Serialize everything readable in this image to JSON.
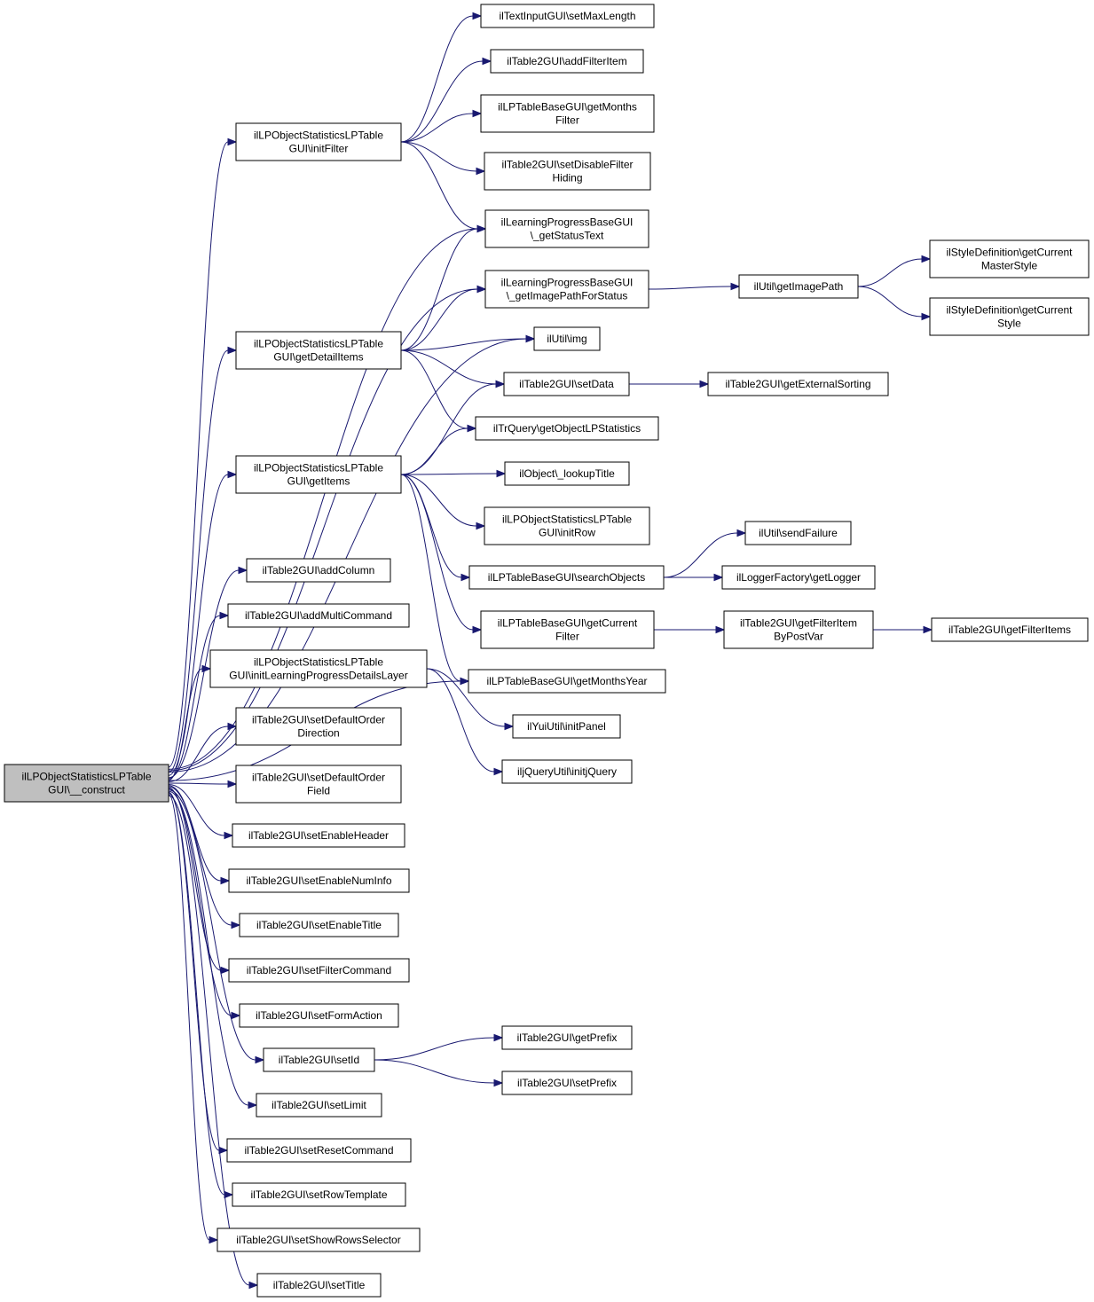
{
  "nodes": [
    {
      "id": "root",
      "lines": [
        "ilLPObjectStatisticsLPTable",
        "GUI\\__construct"
      ]
    },
    {
      "id": "initFilter",
      "lines": [
        "ilLPObjectStatisticsLPTable",
        "GUI\\initFilter"
      ]
    },
    {
      "id": "getDetailItems",
      "lines": [
        "ilLPObjectStatisticsLPTable",
        "GUI\\getDetailItems"
      ]
    },
    {
      "id": "getItems",
      "lines": [
        "ilLPObjectStatisticsLPTable",
        "GUI\\getItems"
      ]
    },
    {
      "id": "addColumn",
      "lines": [
        "ilTable2GUI\\addColumn"
      ]
    },
    {
      "id": "addMultiCommand",
      "lines": [
        "ilTable2GUI\\addMultiCommand"
      ]
    },
    {
      "id": "initLPDL",
      "lines": [
        "ilLPObjectStatisticsLPTable",
        "GUI\\initLearningProgressDetailsLayer"
      ]
    },
    {
      "id": "setDefaultOrderDirection",
      "lines": [
        "ilTable2GUI\\setDefaultOrder",
        "Direction"
      ]
    },
    {
      "id": "setDefaultOrderField",
      "lines": [
        "ilTable2GUI\\setDefaultOrder",
        "Field"
      ]
    },
    {
      "id": "setEnableHeader",
      "lines": [
        "ilTable2GUI\\setEnableHeader"
      ]
    },
    {
      "id": "setEnableNumInfo",
      "lines": [
        "ilTable2GUI\\setEnableNumInfo"
      ]
    },
    {
      "id": "setEnableTitle",
      "lines": [
        "ilTable2GUI\\setEnableTitle"
      ]
    },
    {
      "id": "setFilterCommand",
      "lines": [
        "ilTable2GUI\\setFilterCommand"
      ]
    },
    {
      "id": "setFormAction",
      "lines": [
        "ilTable2GUI\\setFormAction"
      ]
    },
    {
      "id": "setId",
      "lines": [
        "ilTable2GUI\\setId"
      ]
    },
    {
      "id": "setLimit",
      "lines": [
        "ilTable2GUI\\setLimit"
      ]
    },
    {
      "id": "setResetCommand",
      "lines": [
        "ilTable2GUI\\setResetCommand"
      ]
    },
    {
      "id": "setRowTemplate",
      "lines": [
        "ilTable2GUI\\setRowTemplate"
      ]
    },
    {
      "id": "setShowRowsSelector",
      "lines": [
        "ilTable2GUI\\setShowRowsSelector"
      ]
    },
    {
      "id": "setTitle",
      "lines": [
        "ilTable2GUI\\setTitle"
      ]
    },
    {
      "id": "setMaxLength",
      "lines": [
        "ilTextInputGUI\\setMaxLength"
      ]
    },
    {
      "id": "addFilterItem",
      "lines": [
        "ilTable2GUI\\addFilterItem"
      ]
    },
    {
      "id": "getMonthsFilter",
      "lines": [
        "ilLPTableBaseGUI\\getMonths",
        "Filter"
      ]
    },
    {
      "id": "setDisableFilterHiding",
      "lines": [
        "ilTable2GUI\\setDisableFilter",
        "Hiding"
      ]
    },
    {
      "id": "getStatusText",
      "lines": [
        "ilLearningProgressBaseGUI",
        "\\_getStatusText"
      ]
    },
    {
      "id": "getImagePathForStatus",
      "lines": [
        "ilLearningProgressBaseGUI",
        "\\_getImagePathForStatus"
      ]
    },
    {
      "id": "img",
      "lines": [
        "ilUtil\\img"
      ]
    },
    {
      "id": "setData",
      "lines": [
        "ilTable2GUI\\setData"
      ]
    },
    {
      "id": "getObjectLPStatistics",
      "lines": [
        "ilTrQuery\\getObjectLPStatistics"
      ]
    },
    {
      "id": "lookupTitle",
      "lines": [
        "ilObject\\_lookupTitle"
      ]
    },
    {
      "id": "initRow",
      "lines": [
        "ilLPObjectStatisticsLPTable",
        "GUI\\initRow"
      ]
    },
    {
      "id": "searchObjects",
      "lines": [
        "ilLPTableBaseGUI\\searchObjects"
      ]
    },
    {
      "id": "getCurrentFilter",
      "lines": [
        "ilLPTableBaseGUI\\getCurrent",
        "Filter"
      ]
    },
    {
      "id": "getMonthsYear",
      "lines": [
        "ilLPTableBaseGUI\\getMonthsYear"
      ]
    },
    {
      "id": "initPanel",
      "lines": [
        "ilYuiUtil\\initPanel"
      ]
    },
    {
      "id": "initjQuery",
      "lines": [
        "iljQueryUtil\\initjQuery"
      ]
    },
    {
      "id": "getPrefix",
      "lines": [
        "ilTable2GUI\\getPrefix"
      ]
    },
    {
      "id": "setPrefix",
      "lines": [
        "ilTable2GUI\\setPrefix"
      ]
    },
    {
      "id": "getImagePath",
      "lines": [
        "ilUtil\\getImagePath"
      ]
    },
    {
      "id": "getExternalSorting",
      "lines": [
        "ilTable2GUI\\getExternalSorting"
      ]
    },
    {
      "id": "sendFailure",
      "lines": [
        "ilUtil\\sendFailure"
      ]
    },
    {
      "id": "getLogger",
      "lines": [
        "ilLoggerFactory\\getLogger"
      ]
    },
    {
      "id": "getFilterItemByPostVar",
      "lines": [
        "ilTable2GUI\\getFilterItem",
        "ByPostVar"
      ]
    },
    {
      "id": "getCurrentMasterStyle",
      "lines": [
        "ilStyleDefinition\\getCurrent",
        "MasterStyle"
      ]
    },
    {
      "id": "getCurrentStyle",
      "lines": [
        "ilStyleDefinition\\getCurrent",
        "Style"
      ]
    },
    {
      "id": "getFilterItems",
      "lines": [
        "ilTable2GUI\\getFilterItems"
      ]
    }
  ],
  "edges": [
    [
      "root",
      "initFilter"
    ],
    [
      "root",
      "getDetailItems"
    ],
    [
      "root",
      "getItems"
    ],
    [
      "root",
      "addColumn"
    ],
    [
      "root",
      "addMultiCommand"
    ],
    [
      "root",
      "initLPDL"
    ],
    [
      "root",
      "setDefaultOrderDirection"
    ],
    [
      "root",
      "setDefaultOrderField"
    ],
    [
      "root",
      "setEnableHeader"
    ],
    [
      "root",
      "setEnableNumInfo"
    ],
    [
      "root",
      "setEnableTitle"
    ],
    [
      "root",
      "setFilterCommand"
    ],
    [
      "root",
      "setFormAction"
    ],
    [
      "root",
      "setId"
    ],
    [
      "root",
      "setLimit"
    ],
    [
      "root",
      "setResetCommand"
    ],
    [
      "root",
      "setRowTemplate"
    ],
    [
      "root",
      "setShowRowsSelector"
    ],
    [
      "root",
      "setTitle"
    ],
    [
      "root",
      "getStatusText"
    ],
    [
      "root",
      "getImagePathForStatus"
    ],
    [
      "root",
      "img"
    ],
    [
      "root",
      "getMonthsYear"
    ],
    [
      "initFilter",
      "setMaxLength"
    ],
    [
      "initFilter",
      "addFilterItem"
    ],
    [
      "initFilter",
      "getMonthsFilter"
    ],
    [
      "initFilter",
      "setDisableFilterHiding"
    ],
    [
      "initFilter",
      "getStatusText"
    ],
    [
      "getDetailItems",
      "getStatusText"
    ],
    [
      "getDetailItems",
      "getImagePathForStatus"
    ],
    [
      "getDetailItems",
      "img"
    ],
    [
      "getDetailItems",
      "setData"
    ],
    [
      "getDetailItems",
      "getObjectLPStatistics"
    ],
    [
      "getItems",
      "setData"
    ],
    [
      "getItems",
      "getObjectLPStatistics"
    ],
    [
      "getItems",
      "lookupTitle"
    ],
    [
      "getItems",
      "initRow"
    ],
    [
      "getItems",
      "searchObjects"
    ],
    [
      "getItems",
      "getCurrentFilter"
    ],
    [
      "getItems",
      "getMonthsYear"
    ],
    [
      "initLPDL",
      "initPanel"
    ],
    [
      "initLPDL",
      "initjQuery"
    ],
    [
      "setId",
      "getPrefix"
    ],
    [
      "setId",
      "setPrefix"
    ],
    [
      "getImagePathForStatus",
      "getImagePath"
    ],
    [
      "getImagePath",
      "getCurrentMasterStyle"
    ],
    [
      "getImagePath",
      "getCurrentStyle"
    ],
    [
      "setData",
      "getExternalSorting"
    ],
    [
      "searchObjects",
      "sendFailure"
    ],
    [
      "searchObjects",
      "getLogger"
    ],
    [
      "getCurrentFilter",
      "getFilterItemByPostVar"
    ],
    [
      "getFilterItemByPostVar",
      "getFilterItems"
    ]
  ]
}
